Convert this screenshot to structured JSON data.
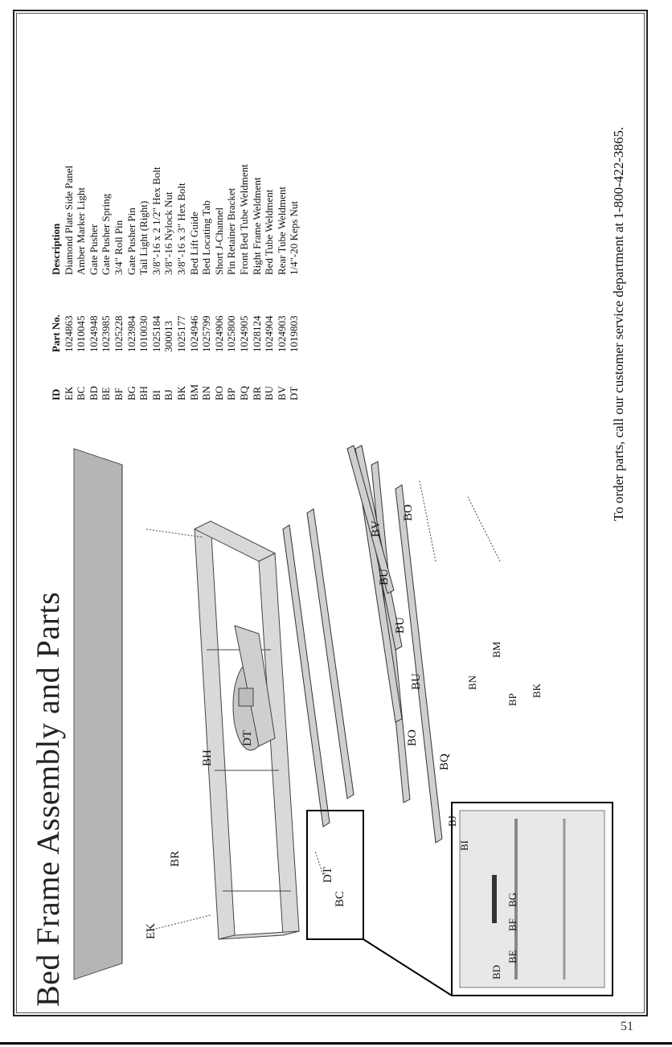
{
  "title": "Bed Frame Assembly and Parts",
  "table": {
    "headers": [
      "ID",
      "Part No.",
      "Description"
    ],
    "rows": [
      [
        "EK",
        "1024863",
        "Diamond Plate Side Panel"
      ],
      [
        "BC",
        "1010045",
        "Amber Marker Light"
      ],
      [
        "BD",
        "1024948",
        "Gate Pusher"
      ],
      [
        "BE",
        "1023985",
        "Gate Pusher Spring"
      ],
      [
        "BF",
        "1025228",
        "3/4\" Roll Pin"
      ],
      [
        "BG",
        "1023984",
        "Gate Pusher Pin"
      ],
      [
        "BH",
        "1010030",
        "Tail Light (Right)"
      ],
      [
        "BI",
        "1025184",
        "3/8\"-16 x 2 1/2\" Hex Bolt"
      ],
      [
        "BJ",
        "300013",
        "3/8\"-16 Nylock Nut"
      ],
      [
        "BK",
        "1025177",
        "3/8\"-16 x 3\" Hex Bolt"
      ],
      [
        "BM",
        "1024946",
        "Bed Lift Guide"
      ],
      [
        "BN",
        "1025799",
        "Bed Locating Tab"
      ],
      [
        "BO",
        "1024906",
        "Short J-Channel"
      ],
      [
        "BP",
        "1025800",
        "Pin Retainer Bracket"
      ],
      [
        "BQ",
        "1024905",
        "Front Bed Tube Weldment"
      ],
      [
        "BR",
        "1028124",
        "Right Frame Weldment"
      ],
      [
        "BU",
        "1024904",
        "Bed Tube Weldment"
      ],
      [
        "BV",
        "1024903",
        "Rear Tube Weldment"
      ],
      [
        "DT",
        "1019803",
        "1/4\"-20 Keps Nut"
      ]
    ]
  },
  "footer": "To order parts, call our customer service department at 1-800-422-3865.",
  "page_number": "51",
  "diagram_labels": {
    "ek": "EK",
    "br": "BR",
    "bh": "BH",
    "dt": "DT",
    "bc": "BC",
    "bo": "BO",
    "bq": "BQ",
    "bu": "BU",
    "bv": "BV",
    "bj": "BJ",
    "bi": "BI",
    "bn": "BN",
    "bm": "BM",
    "bp": "BP",
    "bk": "BK",
    "bd": "BD",
    "be": "BE",
    "bf": "BF",
    "bg": "BG"
  }
}
